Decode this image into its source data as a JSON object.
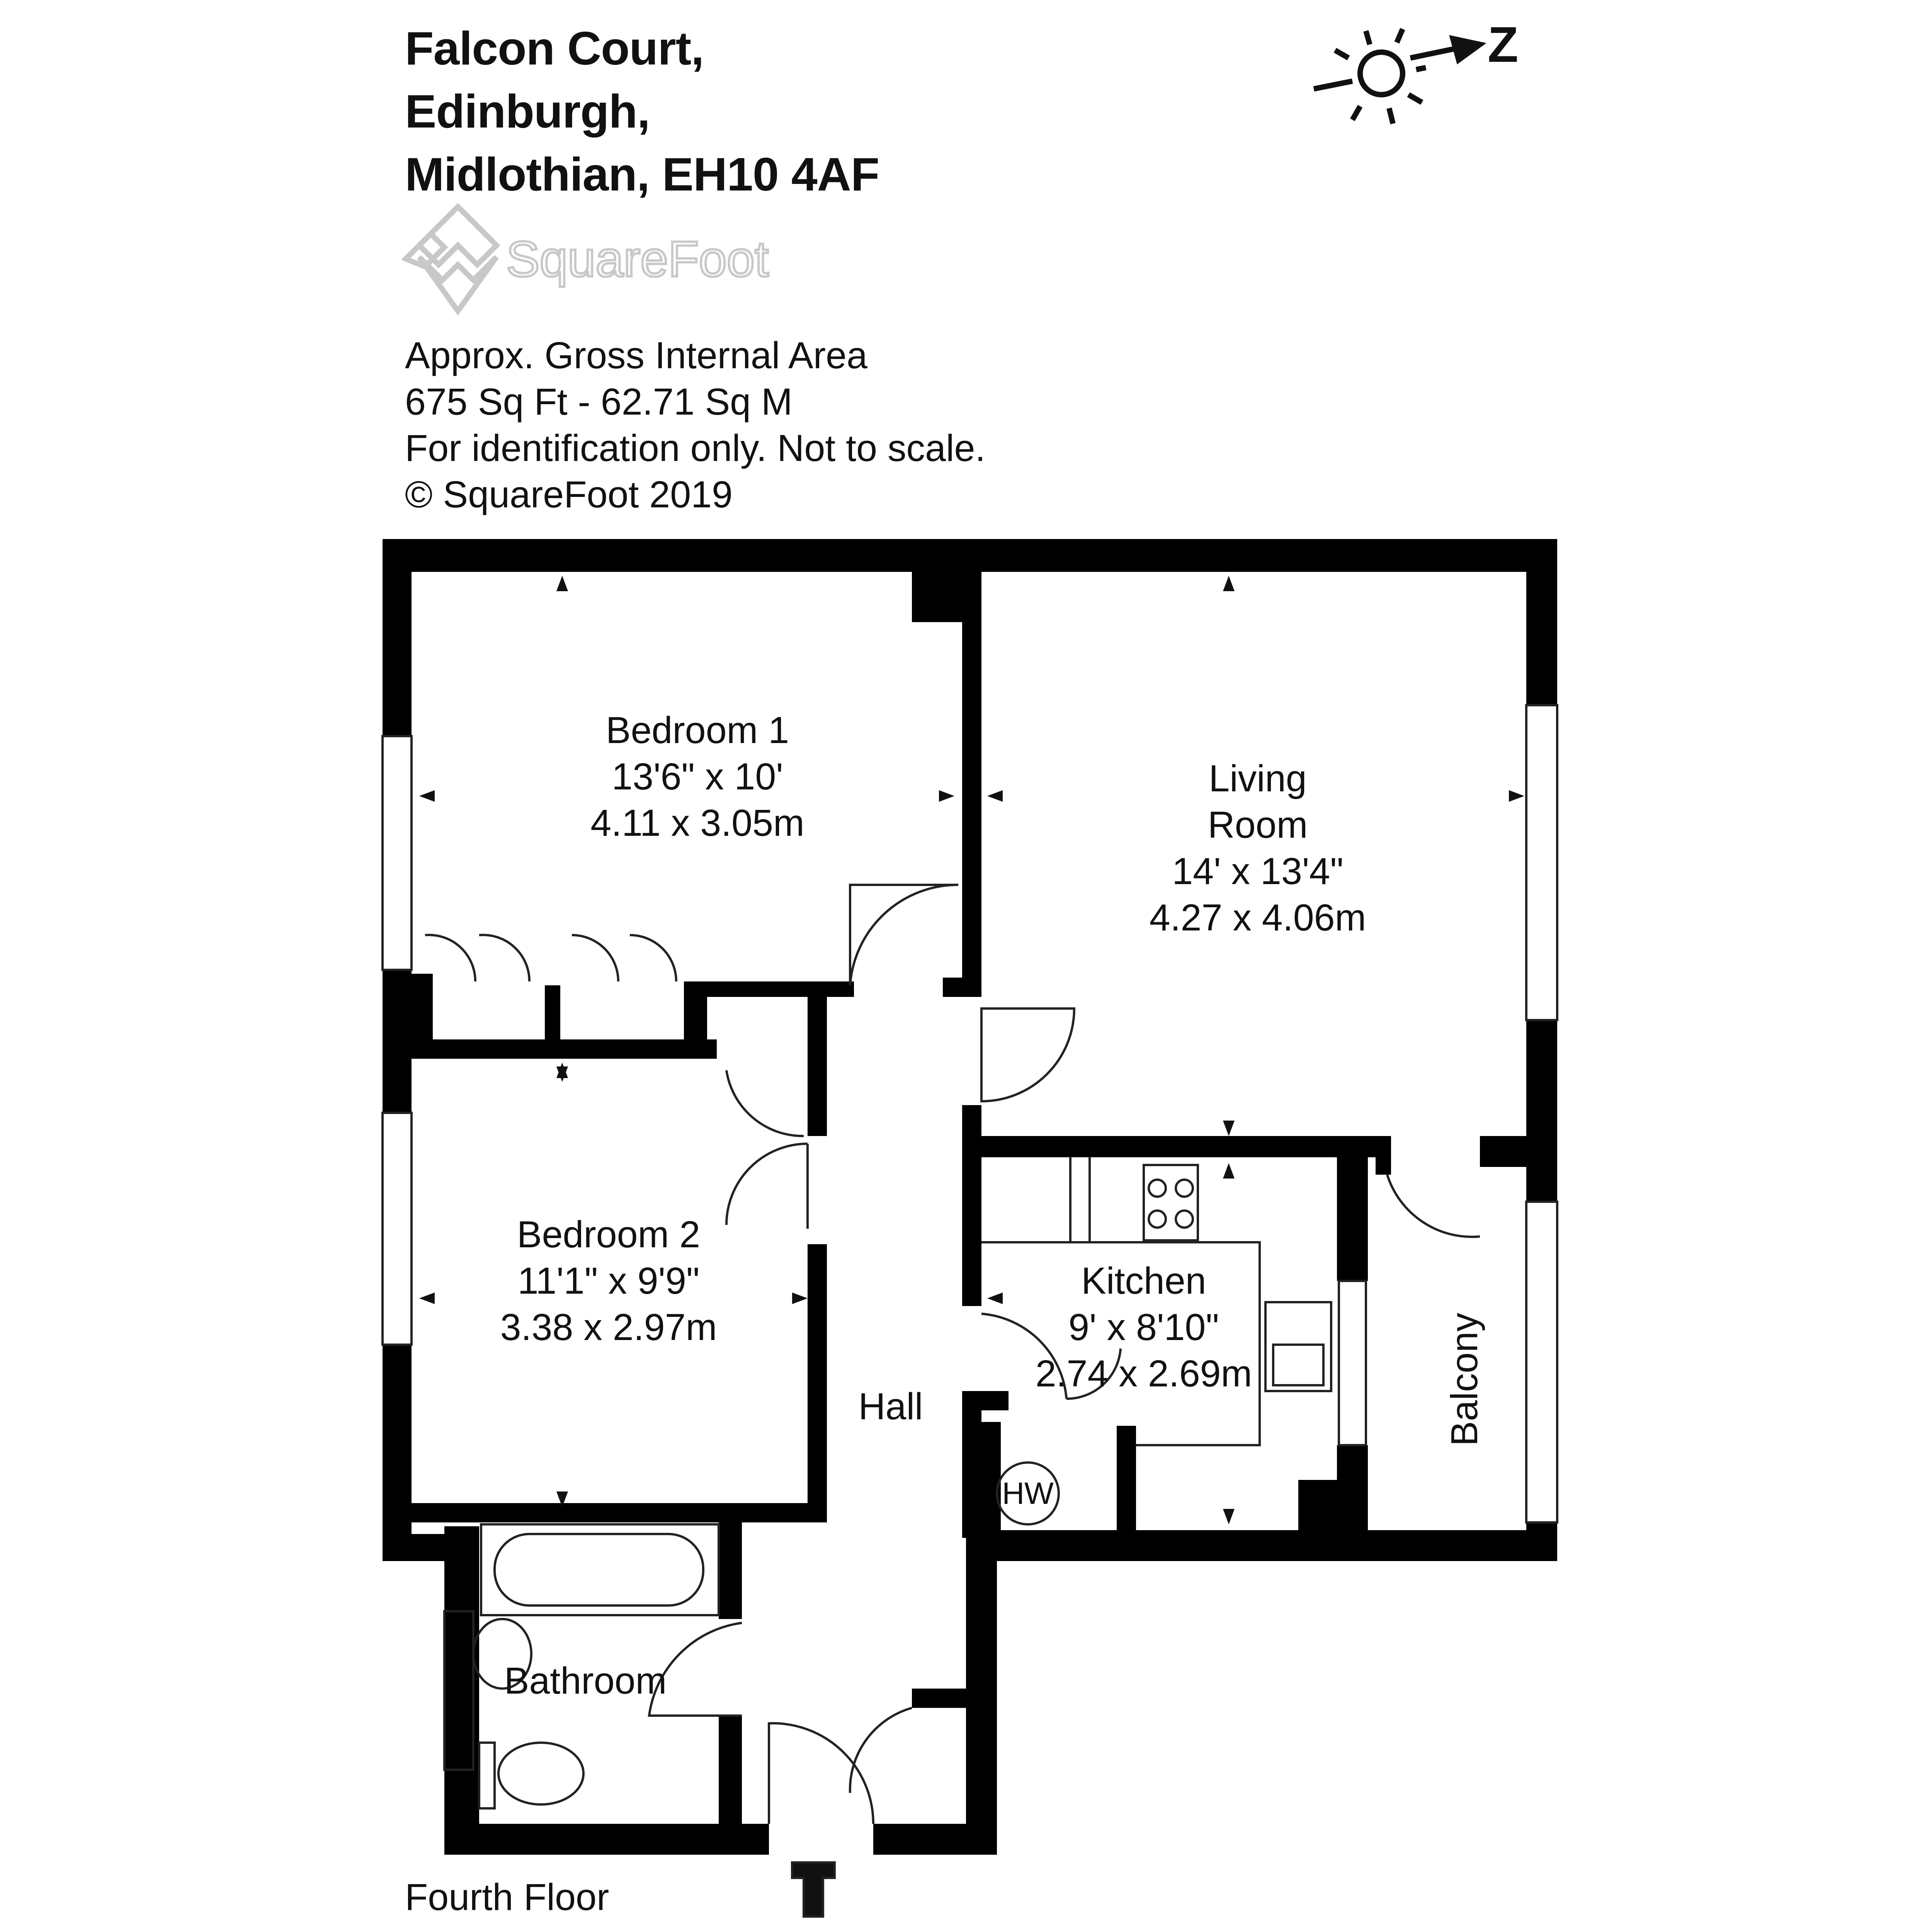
{
  "header": {
    "address_line_1": "Falcon Court,",
    "address_line_2": "Edinburgh,",
    "address_line_3": "Midlothian, EH10 4AF"
  },
  "logo": {
    "text": "SquareFoot",
    "icon": "squarefoot-diamond-logo"
  },
  "info": {
    "area_label": "Approx. Gross Internal Area",
    "area_value": "675 Sq Ft  -  62.71 Sq M",
    "disclaimer": "For identification only. Not to scale.",
    "copyright": "© SquareFoot 2019"
  },
  "compass": {
    "label": "Z",
    "icon": "sun-compass-icon"
  },
  "rooms": {
    "bedroom1": {
      "name": "Bedroom 1",
      "imperial": "13'6\" x 10'",
      "metric": "4.11 x 3.05m"
    },
    "living": {
      "name_line_1": "Living",
      "name_line_2": "Room",
      "imperial": "14' x 13'4\"",
      "metric": "4.27 x 4.06m"
    },
    "bedroom2": {
      "name": "Bedroom 2",
      "imperial": "11'1\" x 9'9\"",
      "metric": "3.38 x 2.97m"
    },
    "kitchen": {
      "name": "Kitchen",
      "imperial": "9' x 8'10\"",
      "metric": "2.74 x 2.69m"
    },
    "hall": {
      "name": "Hall"
    },
    "bathroom": {
      "name": "Bathroom"
    },
    "balcony": {
      "name": "Balcony"
    },
    "hot_water": {
      "name": "HW"
    }
  },
  "floor": {
    "label": "Fourth Floor"
  },
  "colors": {
    "wall": "#000000",
    "line": "#222222",
    "background": "#ffffff",
    "logo": "#cccccc"
  }
}
